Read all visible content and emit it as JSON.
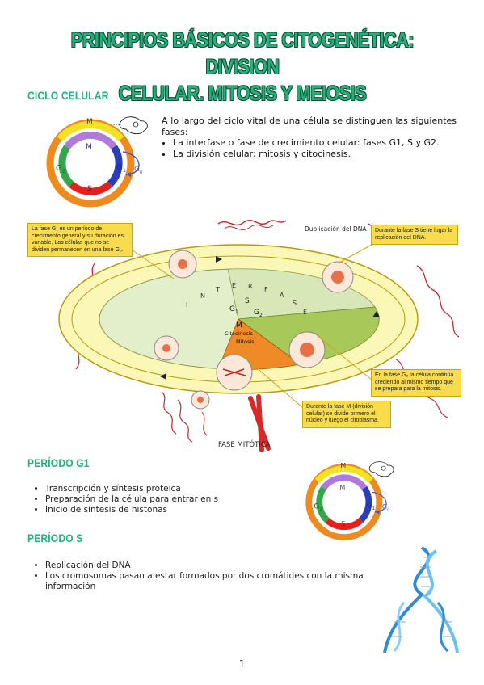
{
  "title": {
    "line1": "PRINCIPIOS BÁSICOS DE CITOGENÉTICA: DIVISION",
    "line2": "CELULAR. MITOSIS Y MEIOSIS"
  },
  "sections": {
    "ciclo": "CICLO CELULAR",
    "g1": "PERÍODO G1",
    "s": "PERÍODO S"
  },
  "ciclo_text": {
    "intro": "A lo largo del ciclo vital de una célula se distinguen las siguientes fases:",
    "items": [
      "La interfase o fase de crecimiento celular: fases G1, S y G2.",
      "La división celular: mitosis y citocinesis."
    ]
  },
  "cycle_diagram": {
    "labels": {
      "m_outer": "M",
      "m_inner": "M",
      "g2": "G",
      "g2_sub": "2",
      "g1": "G",
      "g1_sub": "1",
      "g0": "G",
      "g0_sub": "0",
      "s": "S"
    },
    "colors": {
      "yellow": "#f2e224",
      "purple": "#b07ad8",
      "blue": "#2a3fb6",
      "red": "#e32020",
      "green": "#33a84a",
      "orange": "#ee8a1e"
    }
  },
  "big_diagram": {
    "interfase_letters": [
      "I",
      "N",
      "T",
      "E",
      "R",
      "F",
      "A",
      "S",
      "E"
    ],
    "g1": "G",
    "g1_sub": "1",
    "s": "S",
    "g2": "G",
    "g2_sub": "2",
    "m": "M",
    "citocinesis": "Citocinesis",
    "mitosis": "Mitosis",
    "duplicacion": "Duplicación del DNA",
    "fase_mitotica": "FASE MITÓTICA",
    "callouts": {
      "g1": "La fase G₁ es un período de crecimiento general y su duración es variable. Las células que no se dividen permanecen en una fase G₀.",
      "s": "Durante la fase S tiene lugar la replicación del DNA.",
      "g2": "En la fase G₂ la célula continúa creciendo al mismo tiempo que se prepara para la mitosis.",
      "m": "Durante la fase M (división celular) se divide primero el núcleo y luego el citoplasma."
    }
  },
  "g1_list": [
    "Transcripción y síntesis proteica",
    "Preparación de la célula para entrar en s",
    "Inicio de síntesis de histonas"
  ],
  "s_list": [
    "Replicación del DNA",
    "Los cromosomas pasan a estar formados por dos cromátides con la misma información"
  ],
  "page_number": "1"
}
